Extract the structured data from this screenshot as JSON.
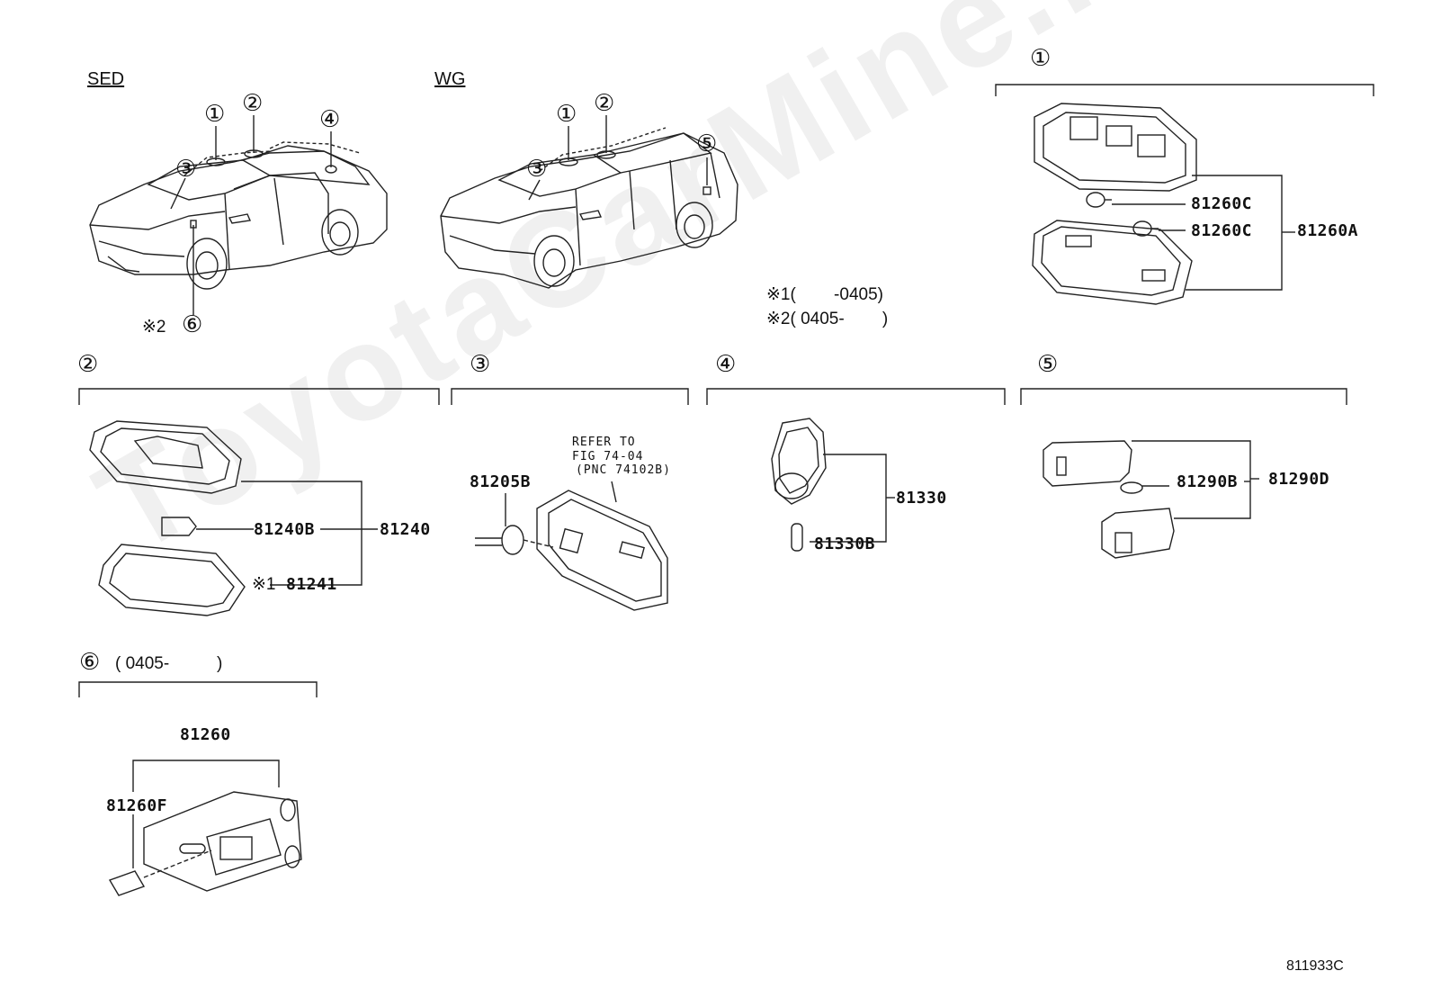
{
  "watermark": "ToyotaCarMine.ru",
  "figure_code": "811933C",
  "variants": {
    "sed": "SED",
    "wg": "WG"
  },
  "callouts": {
    "c1": "①",
    "c2": "②",
    "c3": "③",
    "c4": "④",
    "c5": "⑤",
    "c6": "⑥"
  },
  "notes": {
    "sed_note_prefix": "※2",
    "note1": "※1(        -0405)",
    "note2": "※2( 0405-        )",
    "section6_range": "( 0405-          )"
  },
  "section1": {
    "parts": [
      "81260C",
      "81260C",
      "81260A"
    ]
  },
  "section2": {
    "parts": [
      "81240B",
      "81240",
      "81241"
    ],
    "note_prefix": "※1"
  },
  "section3": {
    "parts": [
      "81205B"
    ],
    "refer_lines": [
      "REFER TO",
      "FIG 74-04",
      "(PNC 74102B)"
    ]
  },
  "section4": {
    "parts": [
      "81330",
      "81330B"
    ]
  },
  "section5": {
    "parts": [
      "81290B",
      "81290D"
    ]
  },
  "section6": {
    "parts": [
      "81260",
      "81260F"
    ]
  }
}
